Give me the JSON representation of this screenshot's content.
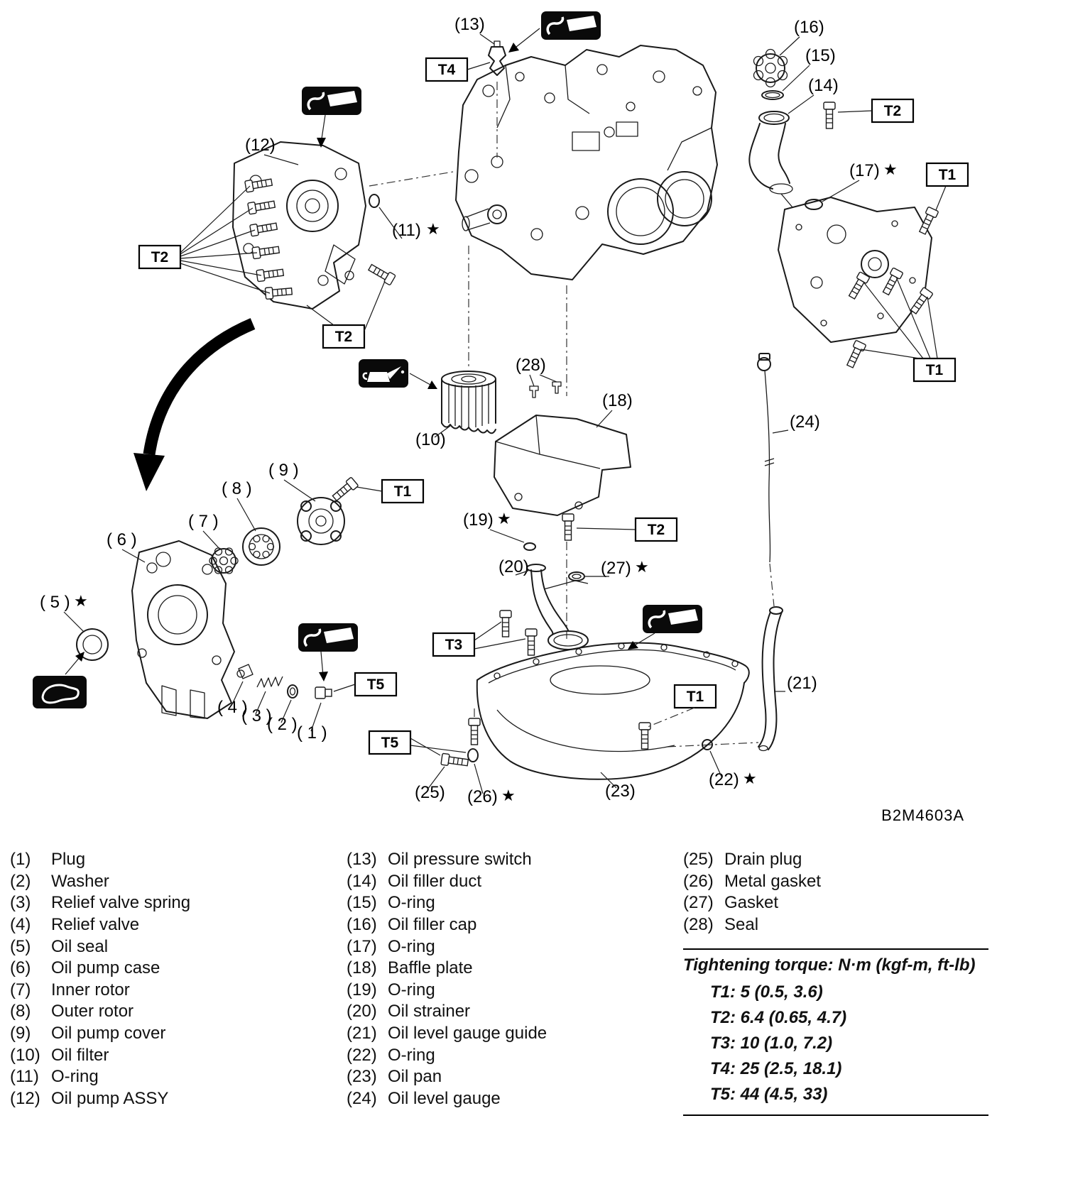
{
  "diagram": {
    "ref_code": "B2M4603A",
    "torque_labels": {
      "t1": "T1",
      "t2": "T2",
      "t3": "T3",
      "t4": "T4",
      "t5": "T5"
    },
    "callouts": {
      "c1": "( 1 )",
      "c2": "( 2 )",
      "c3": "( 3 )",
      "c4": "( 4 )",
      "c5": "( 5 )",
      "c6": "( 6 )",
      "c7": "( 7 )",
      "c8": "( 8 )",
      "c9": "( 9 )",
      "c10": "(10)",
      "c11": "(11)",
      "c12": "(12)",
      "c13": "(13)",
      "c14": "(14)",
      "c15": "(15)",
      "c16": "(16)",
      "c17": "(17)",
      "c18": "(18)",
      "c19": "(19)",
      "c20": "(20)",
      "c21": "(21)",
      "c22": "(22)",
      "c23": "(23)",
      "c24": "(24)",
      "c25": "(25)",
      "c26": "(26)",
      "c27": "(27)",
      "c28": "(28)",
      "star": "★"
    }
  },
  "legend": {
    "col1": [
      {
        "num": "(1)",
        "label": "Plug"
      },
      {
        "num": "(2)",
        "label": "Washer"
      },
      {
        "num": "(3)",
        "label": "Relief valve spring"
      },
      {
        "num": "(4)",
        "label": "Relief valve"
      },
      {
        "num": "(5)",
        "label": "Oil seal"
      },
      {
        "num": "(6)",
        "label": "Oil pump case"
      },
      {
        "num": "(7)",
        "label": "Inner rotor"
      },
      {
        "num": "(8)",
        "label": "Outer rotor"
      },
      {
        "num": "(9)",
        "label": "Oil pump cover"
      },
      {
        "num": "(10)",
        "label": "Oil filter"
      },
      {
        "num": "(11)",
        "label": "O-ring"
      },
      {
        "num": "(12)",
        "label": "Oil pump ASSY"
      }
    ],
    "col2": [
      {
        "num": "(13)",
        "label": "Oil pressure switch"
      },
      {
        "num": "(14)",
        "label": "Oil filler duct"
      },
      {
        "num": "(15)",
        "label": "O-ring"
      },
      {
        "num": "(16)",
        "label": "Oil filler cap"
      },
      {
        "num": "(17)",
        "label": "O-ring"
      },
      {
        "num": "(18)",
        "label": "Baffle plate"
      },
      {
        "num": "(19)",
        "label": "O-ring"
      },
      {
        "num": "(20)",
        "label": "Oil strainer"
      },
      {
        "num": "(21)",
        "label": "Oil level gauge guide"
      },
      {
        "num": "(22)",
        "label": "O-ring"
      },
      {
        "num": "(23)",
        "label": "Oil pan"
      },
      {
        "num": "(24)",
        "label": "Oil level gauge"
      }
    ],
    "col3": [
      {
        "num": "(25)",
        "label": "Drain plug"
      },
      {
        "num": "(26)",
        "label": "Metal gasket"
      },
      {
        "num": "(27)",
        "label": "Gasket"
      },
      {
        "num": "(28)",
        "label": "Seal"
      }
    ],
    "torque_table": {
      "title": "Tightening torque: N·m (kgf-m, ft-lb)",
      "rows": [
        "T1: 5 (0.5, 3.6)",
        "T2: 6.4 (0.65, 4.7)",
        "T3: 10 (1.0, 7.2)",
        "T4: 25 (2.5, 18.1)",
        "T5: 44 (4.5, 33)"
      ]
    }
  }
}
